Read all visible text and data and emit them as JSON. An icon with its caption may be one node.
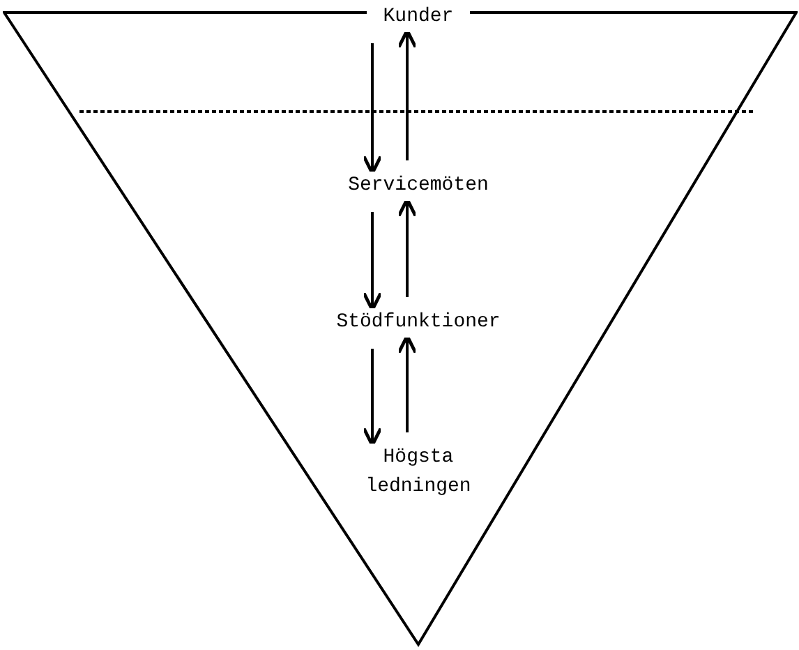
{
  "diagram": {
    "nodes": [
      {
        "text": [],
        "shape": "triangle"
      },
      {
        "text": [
          "Kunder"
        ],
        "in": 0
      },
      {
        "text": [
          "Servicemöten"
        ],
        "in": 0
      },
      {
        "text": [
          "Stödfunktioner"
        ],
        "in": 0
      },
      {
        "text": [
          "Högsta ledningen"
        ],
        "in": 0
      }
    ],
    "edges": [
      {
        "from": 1,
        "to": 2,
        "arrow": "to"
      },
      {
        "from": 2,
        "to": 1,
        "arrow": "to"
      },
      {
        "from": 2,
        "to": 3,
        "arrow": "to"
      },
      {
        "from": 3,
        "to": 2,
        "arrow": "to"
      },
      {
        "from": 3,
        "to": 4,
        "arrow": "to"
      },
      {
        "from": 4,
        "to": 3,
        "arrow": "to"
      }
    ]
  }
}
